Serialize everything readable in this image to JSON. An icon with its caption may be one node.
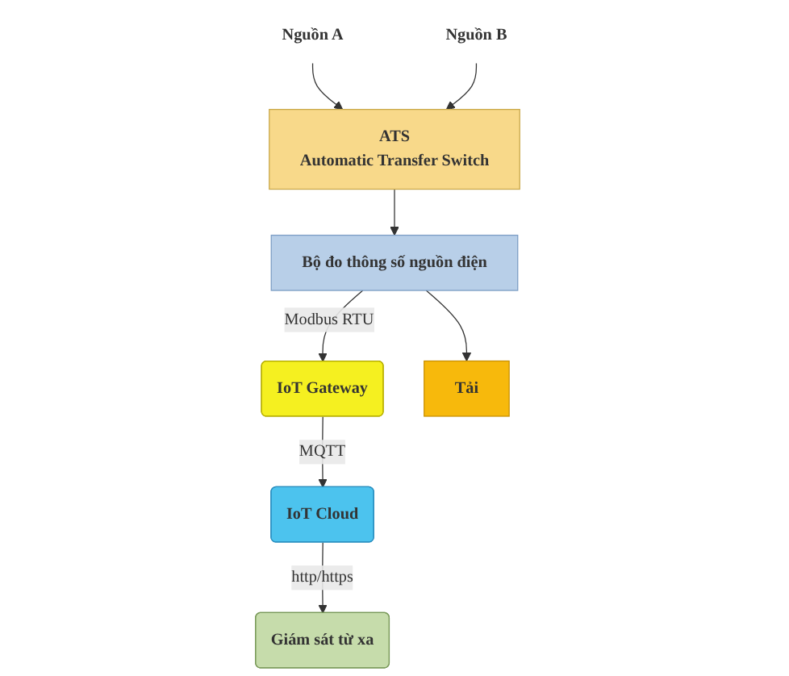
{
  "diagram": {
    "nodes": [
      {
        "text": [
          "Nguồn A"
        ]
      },
      {
        "text": [
          "Nguồn B"
        ]
      },
      {
        "text": [
          "Giám sát từ xa"
        ]
      },
      {
        "text": [
          "ATS",
          "Automatic Transfer Switch"
        ]
      },
      {
        "text": [
          "IoT Cloud"
        ]
      },
      {
        "text": [
          "Bộ đo thông số nguồn điện"
        ]
      },
      {
        "text": [
          "IoT Gateway"
        ]
      },
      {
        "text": [
          "Tải"
        ]
      }
    ],
    "edges": [
      {
        "from": 0,
        "to": 3,
        "arrow": "to"
      },
      {
        "from": 1,
        "to": 3,
        "arrow": "to"
      },
      {
        "from": 3,
        "to": 5,
        "arrow": "to"
      },
      {
        "from": 5,
        "to": 6,
        "arrow": "to",
        "label": "Modbus RTU"
      },
      {
        "from": 6,
        "to": 4,
        "arrow": "to",
        "label": "MQTT"
      },
      {
        "from": 4,
        "to": 2,
        "arrow": "to",
        "label": "http/https"
      },
      {
        "from": 5,
        "to": 7,
        "arrow": "to"
      }
    ]
  }
}
